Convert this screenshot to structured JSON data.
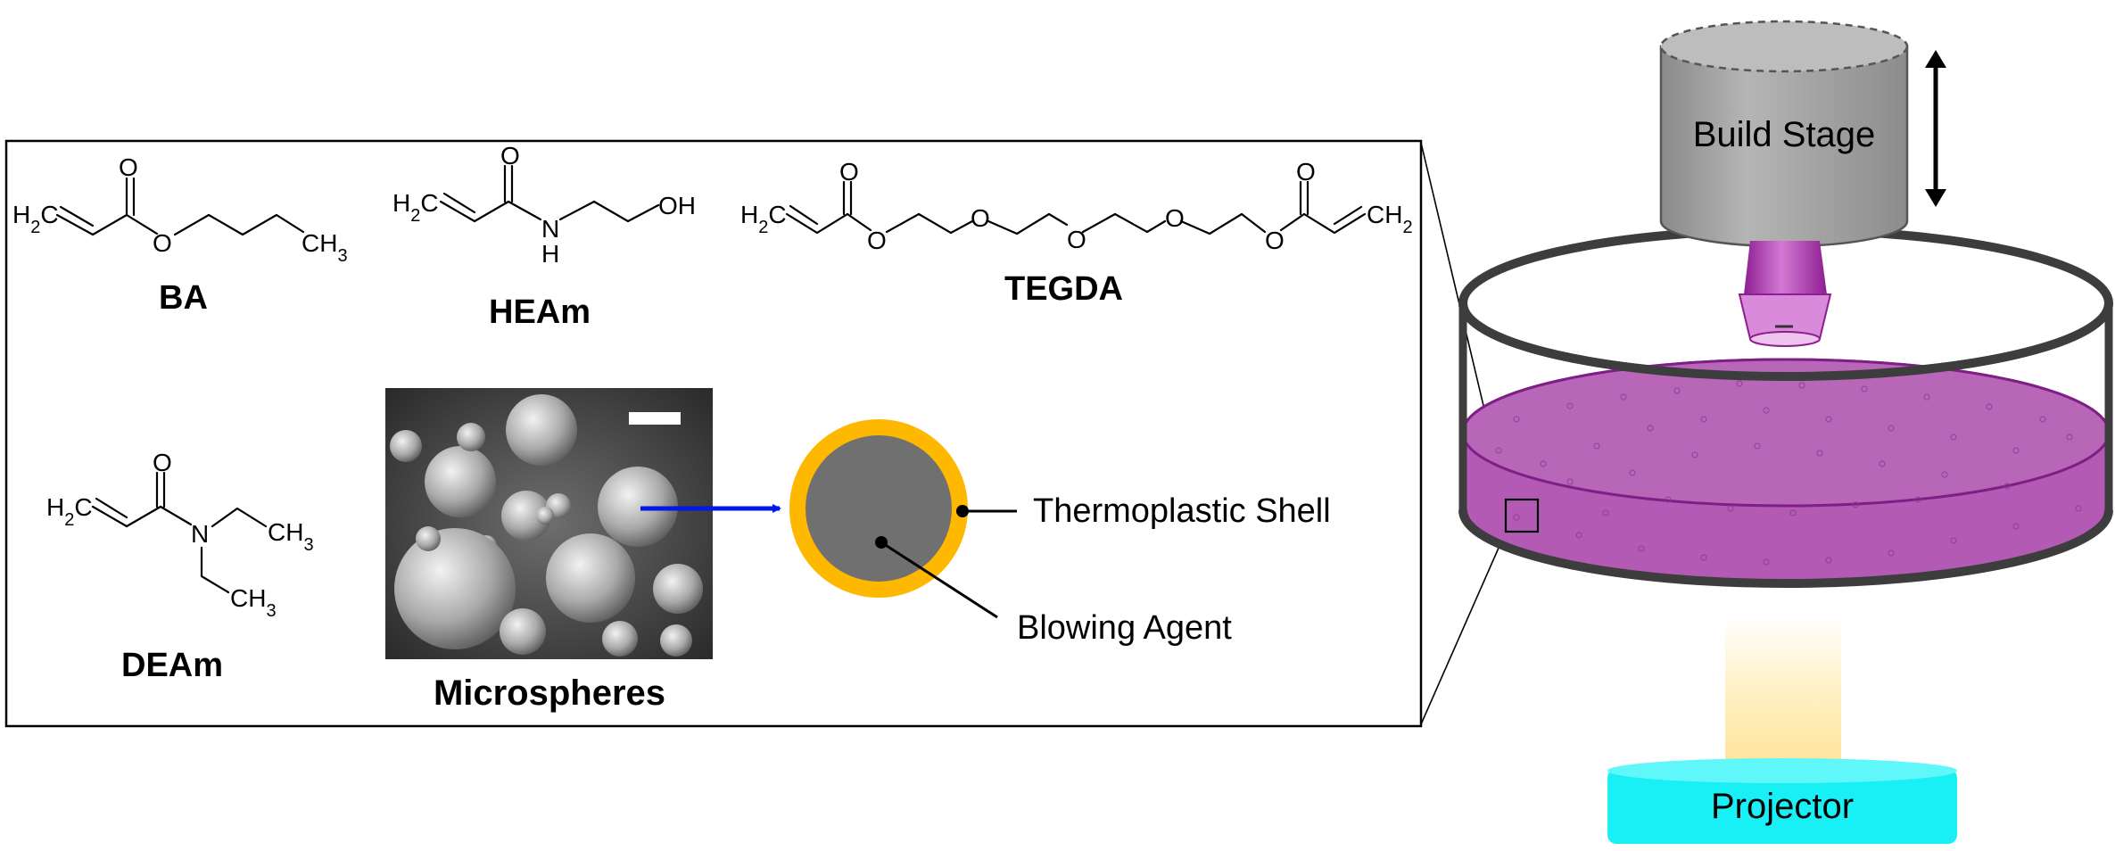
{
  "inset": {
    "monomers": [
      {
        "name": "BA",
        "atoms": {
          "vinyl": "H2C",
          "carbonyl_o": "O",
          "ester_o": "O",
          "terminal": "CH3"
        }
      },
      {
        "name": "HEAm",
        "atoms": {
          "vinyl": "H2C",
          "carbonyl_o": "O",
          "nitrogen": "N",
          "n_h": "H",
          "terminal": "OH"
        }
      },
      {
        "name": "TEGDA",
        "atoms": {
          "vinyl_left": "H2C",
          "vinyl_right": "CH2",
          "carbonyl_o": "O",
          "ether_o": "O"
        }
      },
      {
        "name": "DEAm",
        "atoms": {
          "vinyl": "H2C",
          "carbonyl_o": "O",
          "nitrogen": "N",
          "ethyl": "CH3"
        }
      }
    ],
    "microspheres": {
      "label": "Microspheres",
      "shell_label": "Thermoplastic Shell",
      "core_label": "Blowing Agent",
      "colors": {
        "shell": "#FFB800",
        "core": "#707070",
        "arrow": "#0018E8"
      }
    }
  },
  "apparatus": {
    "build_stage_label": "Build Stage",
    "projector_label": "Projector",
    "colors": {
      "stage": "#9A9A9A",
      "resin": "#B35AB4",
      "resin_edge": "#7F1F86",
      "light": "#FFE9A8",
      "projector": "#19F0F5",
      "tip": "#A436A8"
    }
  }
}
